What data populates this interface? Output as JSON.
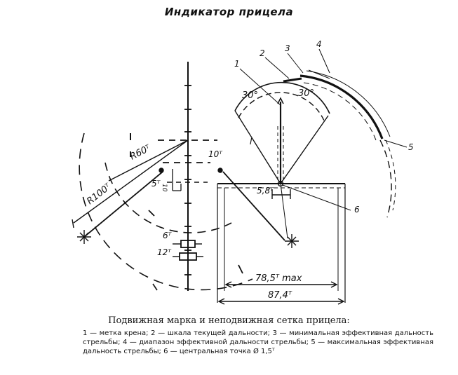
{
  "title": "Индикатор прицела",
  "labels": {
    "callout_1": "1",
    "callout_2": "2",
    "callout_3": "3",
    "callout_4": "4",
    "callout_5": "5",
    "callout_6": "6",
    "roman_one": "I",
    "angle_left": "30°",
    "angle_right": "30°",
    "r60": "R60ᵀ",
    "r100": "R100ᵀ",
    "ten_t": "10ᵀ",
    "five_t": "5ᵀ",
    "ten_small": "10",
    "six_t": "6ᵀ",
    "twelve_t": "12ᵀ",
    "five_eight_t": "5,8ᵀ",
    "dim_78": "78,5ᵀ max",
    "dim_87": "87,4ᵀ"
  },
  "caption": {
    "heading": "Подвижная марка и неподвижная сетка прицела:",
    "text": "1 — метка крена; 2 — шкала текущей дальности; 3 — минимальная эффективная дальность стрельбы; 4 — диапазон эффективной дальности стрельбы; 5 — максимальная эффективная дальность стрельбы; 6 — центральная точка Ø 1,5ᵀ"
  }
}
